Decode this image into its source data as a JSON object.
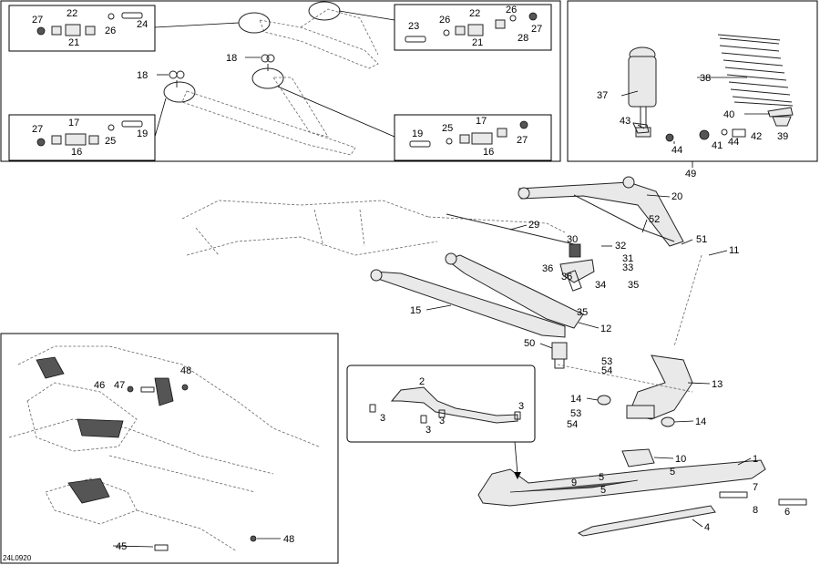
{
  "diagram": {
    "code": "24L0920",
    "labels": {
      "l1": "1",
      "l2": "2",
      "l3": "3",
      "l4": "4",
      "l5": "5",
      "l6": "6",
      "l7": "7",
      "l8": "8",
      "l9": "9",
      "l10": "10",
      "l11": "11",
      "l12": "12",
      "l13": "13",
      "l14": "14",
      "l15": "15",
      "l16": "16",
      "l17": "17",
      "l18": "18",
      "l19": "19",
      "l20": "20",
      "l21": "21",
      "l22": "22",
      "l23": "23",
      "l24": "24",
      "l25": "25",
      "l26": "26",
      "l27": "27",
      "l28": "28",
      "l29": "29",
      "l30": "30",
      "l31": "31",
      "l32": "32",
      "l33": "33",
      "l34": "34",
      "l35": "35",
      "l36": "36",
      "l37": "37",
      "l38": "38",
      "l39": "39",
      "l40": "40",
      "l41": "41",
      "l42": "42",
      "l43": "43",
      "l44": "44",
      "l45": "45",
      "l46": "46",
      "l47": "47",
      "l48": "48",
      "l49": "49",
      "l50": "50",
      "l51": "51",
      "l52": "52",
      "l53": "53",
      "l54": "54"
    }
  }
}
